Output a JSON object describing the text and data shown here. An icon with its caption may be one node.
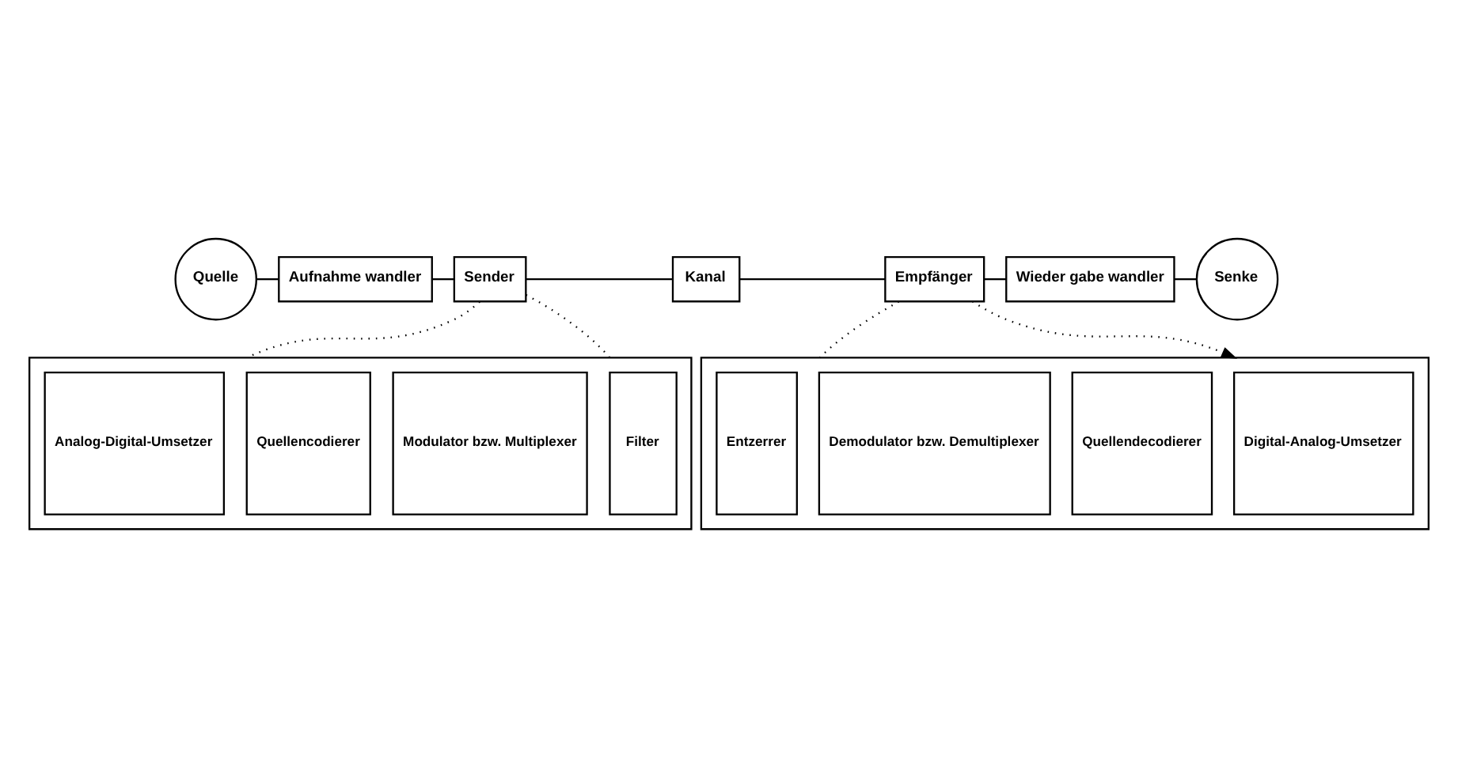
{
  "diagram": {
    "nodes": [
      {
        "text": [
          "Quelle"
        ]
      },
      {
        "text": [
          "Aufnahme wandler"
        ]
      },
      {
        "text": [
          "Sender"
        ]
      },
      {
        "text": [
          "Kanal"
        ]
      },
      {
        "text": [
          "Empfänger"
        ]
      },
      {
        "text": [
          "Wieder gabe wandler"
        ]
      },
      {
        "text": [
          "Senke"
        ]
      },
      {
        "text": [],
        "shape": "box"
      },
      {
        "text": [
          "Analog-Digital-Umsetzer"
        ],
        "in": 7
      },
      {
        "text": [
          "Quellencodierer"
        ],
        "in": 7
      },
      {
        "text": [
          "Modulator bzw. Multiplexer"
        ],
        "in": 7
      },
      {
        "text": [
          "Filter"
        ],
        "in": 7
      },
      {
        "text": [],
        "shape": "box"
      },
      {
        "text": [
          "Entzerrer"
        ],
        "in": 12
      },
      {
        "text": [
          "Demodulator bzw. Demultiplexer"
        ],
        "in": 12
      },
      {
        "text": [
          "Quellendecodierer"
        ],
        "in": 12
      },
      {
        "text": [
          "Digital-Analog-Umsetzer"
        ],
        "in": 12
      }
    ],
    "edges": [
      {
        "from": 0,
        "to": 1,
        "arrow": "none"
      },
      {
        "from": 1,
        "to": 2,
        "arrow": "none"
      },
      {
        "from": 2,
        "to": 3,
        "arrow": "none"
      },
      {
        "from": 3,
        "to": 4,
        "arrow": "none"
      },
      {
        "from": 4,
        "to": 5,
        "arrow": "none"
      },
      {
        "from": 5,
        "to": 6,
        "arrow": "none"
      },
      {
        "from": 2,
        "to": 7,
        "arrow": "none",
        "style": "dashed"
      },
      {
        "from": 2,
        "to": 7,
        "arrow": "none",
        "style": "dashed"
      },
      {
        "from": 4,
        "to": 12,
        "arrow": "none",
        "style": "dashed"
      },
      {
        "from": 4,
        "to": 12,
        "arrow": "to",
        "style": "dashed"
      }
    ]
  }
}
